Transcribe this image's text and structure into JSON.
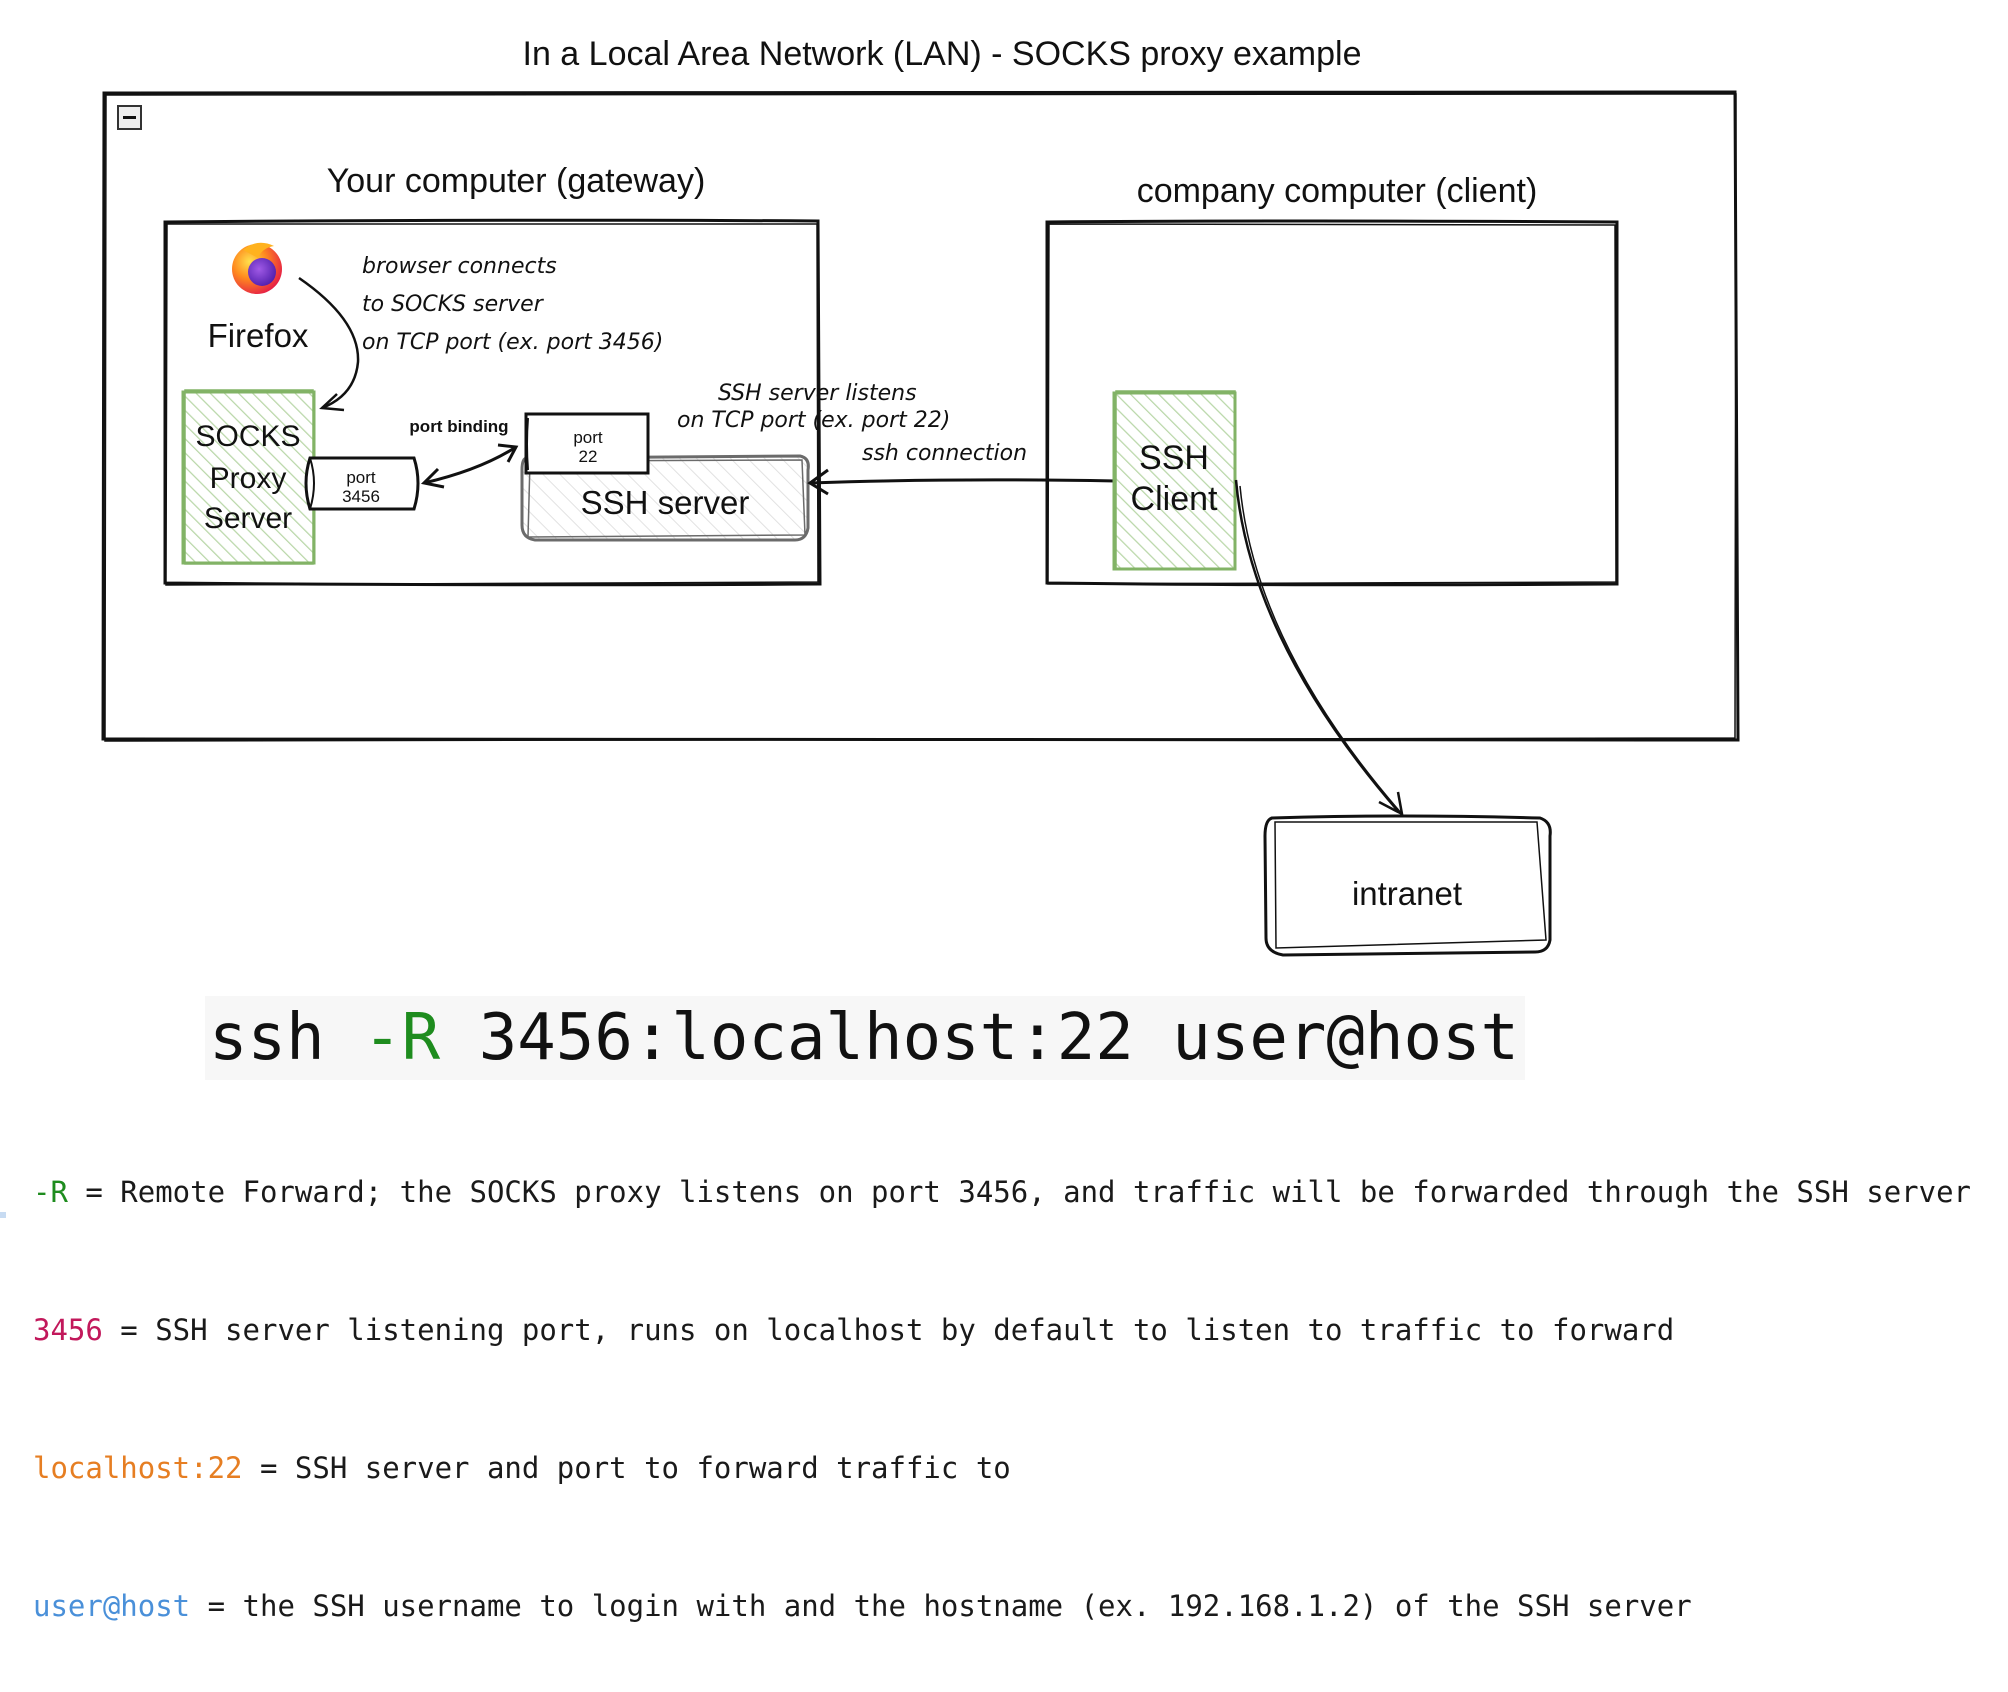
{
  "diagram": {
    "title": "In a Local Area Network (LAN) - SOCKS proxy example",
    "gateway": {
      "title": "Your computer (gateway)",
      "firefox_label": "Firefox",
      "browser_note": [
        "browser connects",
        "to SOCKS server",
        "on TCP port (ex. port 3456)"
      ],
      "socks_proxy_lines": [
        "SOCKS",
        "Proxy",
        "Server"
      ],
      "port_3456_lines": [
        "port",
        "3456"
      ],
      "port_binding_label": "port binding",
      "port_22_lines": [
        "port",
        "22"
      ],
      "ssh_server_label": "SSH server",
      "ssh_listen_note": [
        "SSH server listens",
        "on TCP port (ex. port 22)"
      ],
      "ssh_connection_label": "ssh connection"
    },
    "client": {
      "title": "company computer (client)",
      "ssh_client_lines": [
        "SSH",
        "Client"
      ]
    },
    "intranet_label": "intranet",
    "icons": {
      "collapse": "minus-box-icon",
      "browser": "firefox-icon"
    },
    "colors": {
      "green_border": "#82b366",
      "green_hatch": "#b9d7a8",
      "gray_border": "#6b6b6b",
      "ink": "#111111"
    }
  },
  "command": {
    "prefix": "ssh",
    "flag": "-R",
    "rest": "3456:localhost:22 user@host",
    "flag_color": "#1e8c1e"
  },
  "legend": [
    {
      "token": "-R",
      "text": " = Remote Forward; the SOCKS proxy listens on port 3456, and traffic will be forwarded through the SSH server",
      "color": "#1e8c1e"
    },
    {
      "token": "3456",
      "text": " = SSH server listening port, runs on localhost by default to listen to traffic to forward",
      "color": "#c2185b"
    },
    {
      "token": "localhost:22",
      "text": " = SSH server and port to forward traffic to",
      "color": "#e67e22"
    },
    {
      "token": "user@host",
      "text": " = the SSH username to login with and the hostname (ex. 192.168.1.2) of the SSH server",
      "color": "#4a90d9"
    }
  ]
}
